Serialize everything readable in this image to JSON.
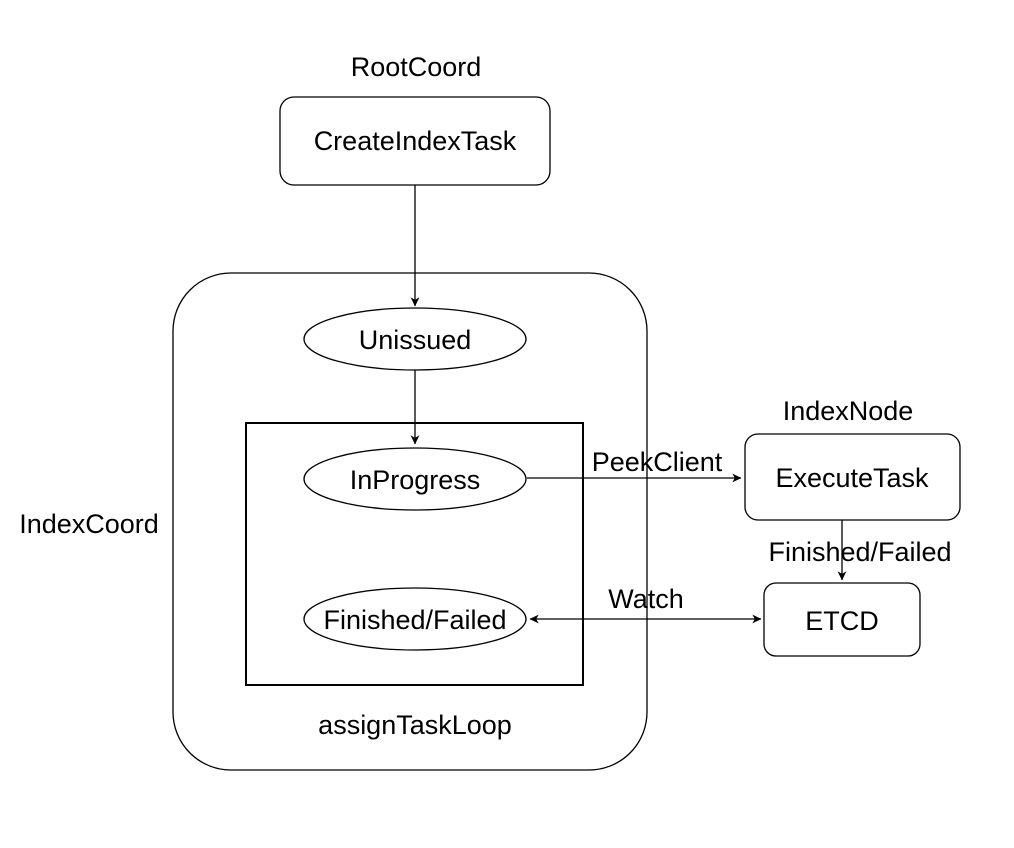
{
  "colors": {
    "background": "#ffffff",
    "stroke": "#000000",
    "text": "#000000"
  },
  "containers": {
    "root_coord": {
      "label": "RootCoord"
    },
    "index_coord": {
      "label": "IndexCoord"
    },
    "assign_task_loop": {
      "label": "assignTaskLoop"
    },
    "index_node": {
      "label": "IndexNode"
    }
  },
  "nodes": {
    "create_index_task": {
      "label": "CreateIndexTask",
      "shape": "rounded-rect"
    },
    "execute_task": {
      "label": "ExecuteTask",
      "shape": "rounded-rect"
    },
    "etcd": {
      "label": "ETCD",
      "shape": "rounded-rect"
    }
  },
  "states": {
    "unissued": {
      "label": "Unissued",
      "shape": "ellipse"
    },
    "in_progress": {
      "label": "InProgress",
      "shape": "ellipse"
    },
    "finished_failed": {
      "label": "Finished/Failed",
      "shape": "ellipse"
    }
  },
  "edges": {
    "create_to_unissued": {
      "label": "",
      "from": "CreateIndexTask",
      "to": "Unissued"
    },
    "unissued_to_in_progress": {
      "label": "",
      "from": "Unissued",
      "to": "InProgress"
    },
    "peek_client": {
      "label": "PeekClient",
      "from": "InProgress",
      "to": "ExecuteTask"
    },
    "execute_to_etcd": {
      "label": "Finished/Failed",
      "from": "ExecuteTask",
      "to": "ETCD"
    },
    "watch": {
      "label": "Watch",
      "from": "Finished/Failed",
      "to": "ETCD",
      "bidirectional": true
    }
  }
}
